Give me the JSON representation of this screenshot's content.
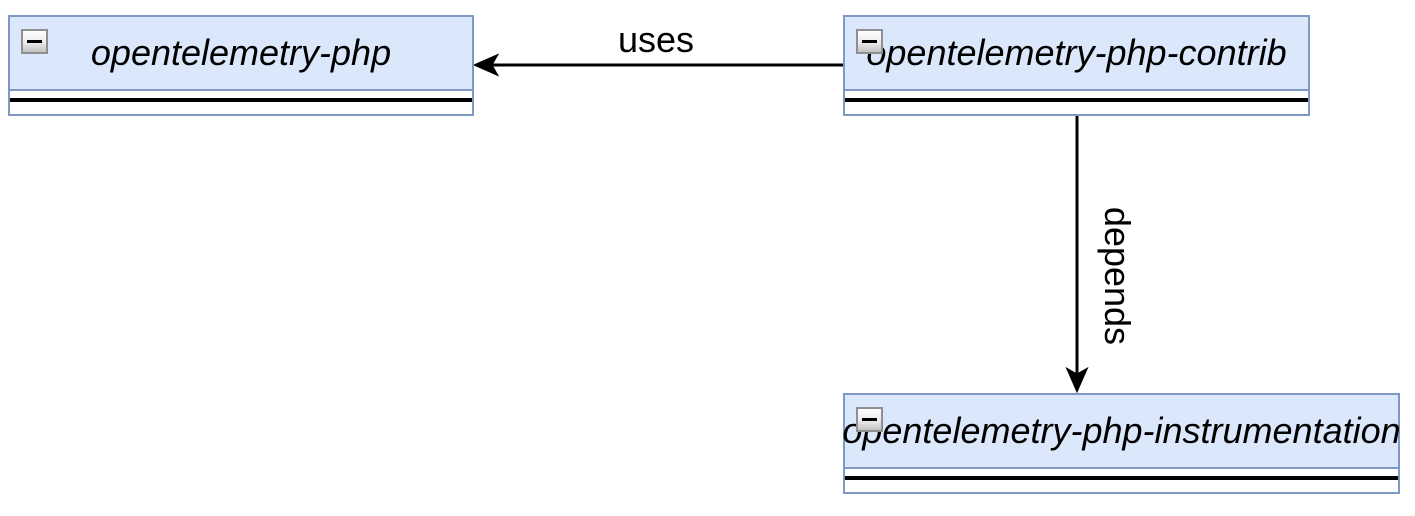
{
  "diagram": {
    "nodes": [
      {
        "label": "opentelemetry-php"
      },
      {
        "label": "opentelemetry-php-contrib"
      },
      {
        "label": "opentelemetry-php-instrumentation"
      }
    ],
    "edges": [
      {
        "label": "uses",
        "from": "opentelemetry-php-contrib",
        "to": "opentelemetry-php",
        "direction": "right-to-left"
      },
      {
        "label": "depends",
        "from": "opentelemetry-php-contrib",
        "to": "opentelemetry-php-instrumentation",
        "direction": "top-to-bottom"
      }
    ],
    "icons": [
      {
        "name": "collapse-minus-icon",
        "glyph": "−"
      },
      {
        "name": "arrowhead-icon",
        "glyph": "▸"
      }
    ]
  },
  "colors": {
    "node_fill": "#dbe7fa",
    "node_border": "#7f99c7",
    "connector": "#000000",
    "canvas_bg": "#ffffff"
  }
}
